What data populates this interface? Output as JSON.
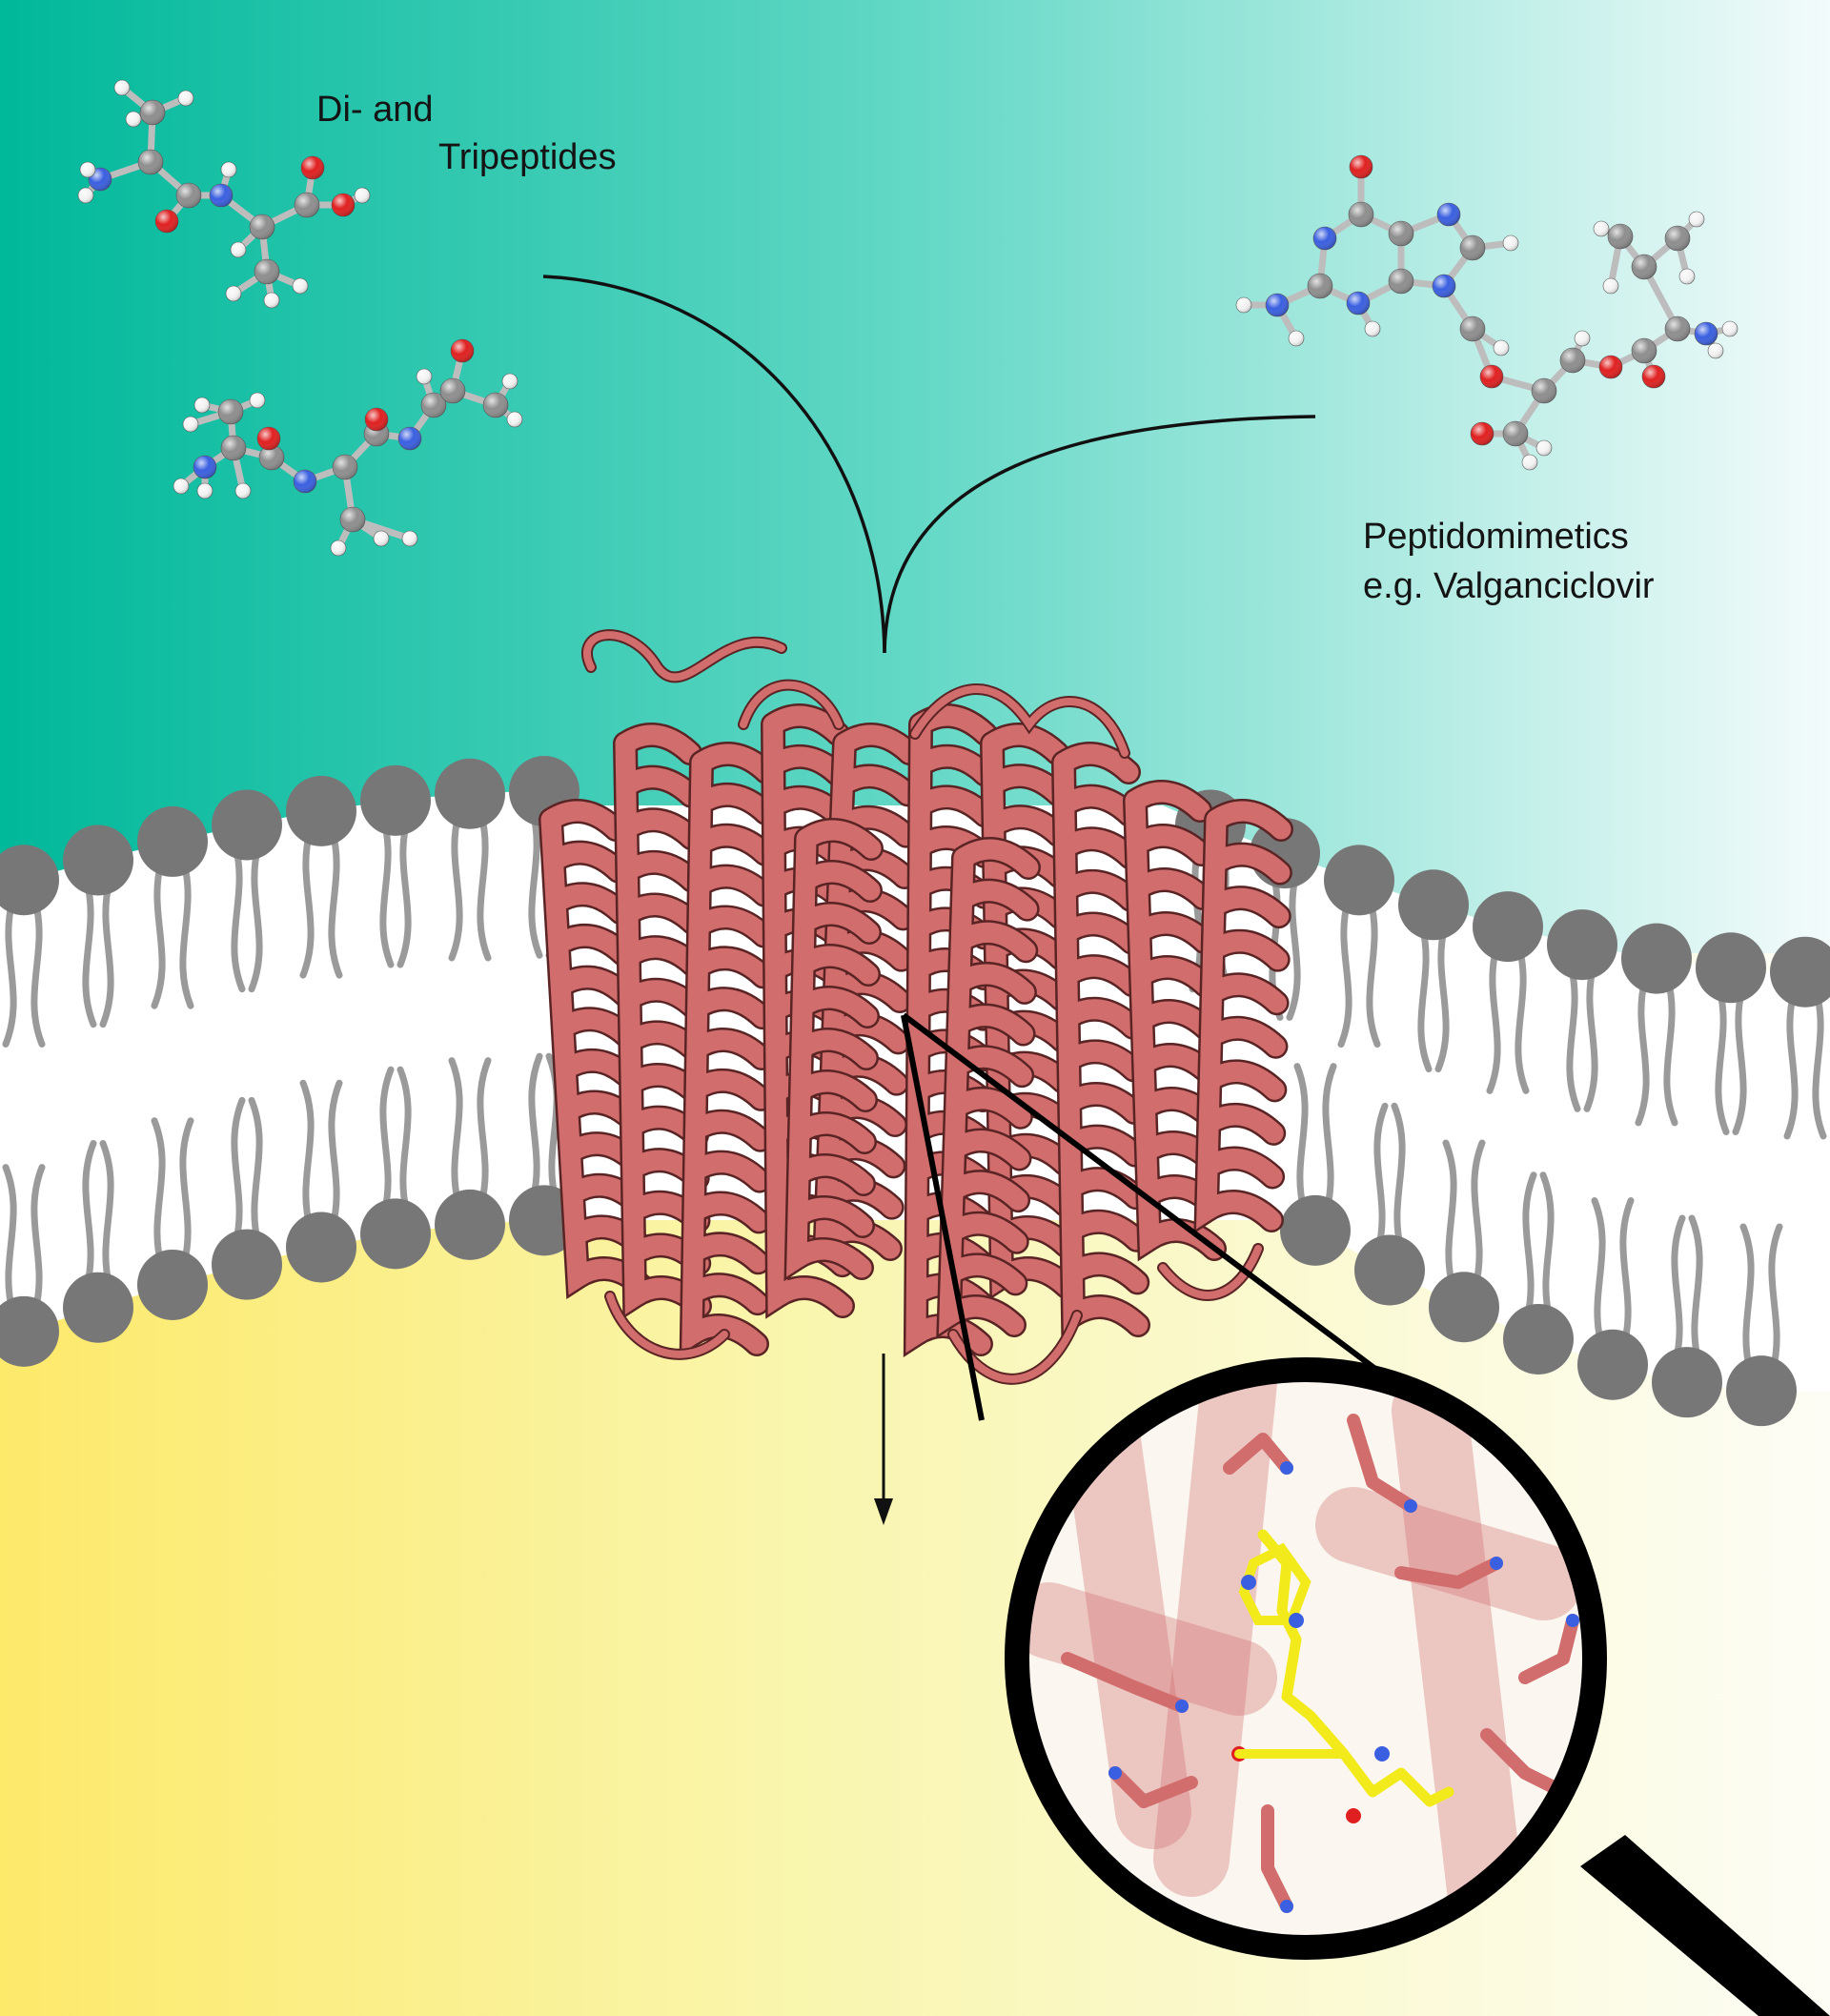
{
  "labels": {
    "peptides_line1": "Di- and",
    "peptides_line2": "Tripeptides",
    "mimetics_line1": "Peptidomimetics",
    "mimetics_line2": "e.g. Valganciclovir"
  },
  "colors": {
    "extracellular_left": "#00b89a",
    "extracellular_mid": "#63d8c6",
    "extracellular_right": "#f3fbfb",
    "cytoplasm_left": "#fde96a",
    "cytoplasm_mid": "#f9f6b0",
    "cytoplasm_right": "#fdfdf6",
    "lipid_head": "#777777",
    "lipid_tail": "#9a9a9a",
    "protein": "#d26d6d",
    "protein_outline": "#5a2424",
    "ligand": "#f2ea1a",
    "atom_carbon": "#8e8e8e",
    "atom_nitrogen": "#3a5fe0",
    "atom_oxygen": "#e02020",
    "atom_hydrogen": "#f4f4f4",
    "magnifier_frame": "#000000"
  },
  "icons": [
    "ball-and-stick-molecule",
    "lipid-bilayer",
    "transporter-protein",
    "magnifying-glass",
    "transport-arrow"
  ]
}
